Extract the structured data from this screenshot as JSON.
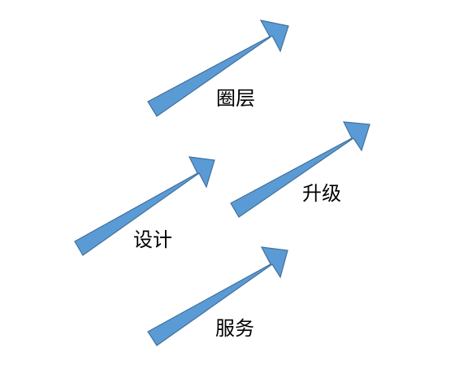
{
  "labels": {
    "quanceng": "圈层",
    "shengji": "升级",
    "sheji": "设计",
    "fuwu": "服务"
  },
  "colors": {
    "arrow_fill": "#5b9bd5",
    "arrow_stroke": "#41719c",
    "text": "#000000"
  }
}
